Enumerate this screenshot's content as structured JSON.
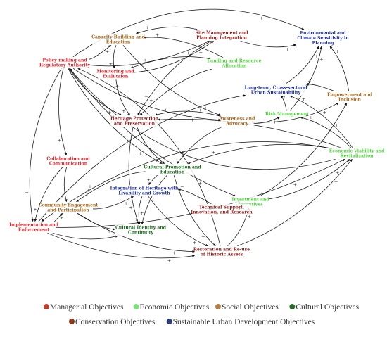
{
  "colors": {
    "managerial": "#e8242b",
    "economic": "#4fd63d",
    "social": "#a5671c",
    "cultural": "#1a6a1a",
    "conservation": "#8b1c1c",
    "sustainable": "#1c2f96",
    "legend_managerial_dot": "#c0392b",
    "legend_economic_dot": "#7ee07a",
    "legend_social_dot": "#b08048",
    "legend_cultural_dot": "#2c6b2c",
    "legend_conservation_dot": "#8b3a1c",
    "legend_sustainable_dot": "#2c3e7a"
  },
  "nodes": [
    {
      "id": "policy",
      "lines": [
        "Policy-making and",
        "Regulatory Authority"
      ],
      "category": "managerial"
    },
    {
      "id": "capacity",
      "lines": [
        "Capacity Building and",
        "Education"
      ],
      "category": "social"
    },
    {
      "id": "sitemgmt",
      "lines": [
        "Site Management and",
        "Planning Integration"
      ],
      "category": "conservation"
    },
    {
      "id": "environmental",
      "lines": [
        "Environmental and",
        "Climate Sensitivity in",
        "Planning"
      ],
      "category": "sustainable"
    },
    {
      "id": "funding",
      "lines": [
        "Funding and Resource",
        "Allocation"
      ],
      "category": "economic"
    },
    {
      "id": "monitoring",
      "lines": [
        "Monitoring and",
        "Evalutaion"
      ],
      "category": "managerial"
    },
    {
      "id": "longterm",
      "lines": [
        "Long-term, Cross-sectoral",
        "Urban Sustainability"
      ],
      "category": "sustainable"
    },
    {
      "id": "empowerment",
      "lines": [
        "Empowerment and",
        "Inclusion"
      ],
      "category": "social"
    },
    {
      "id": "risk",
      "lines": [
        "Risk Management"
      ],
      "category": "economic"
    },
    {
      "id": "heritage",
      "lines": [
        "Heritage Protection",
        "and Preservation"
      ],
      "category": "conservation"
    },
    {
      "id": "awareness",
      "lines": [
        "Awareness and",
        "Advocacy"
      ],
      "category": "social"
    },
    {
      "id": "economic",
      "lines": [
        "Economic Viability and",
        "Revitalization"
      ],
      "category": "economic"
    },
    {
      "id": "collab",
      "lines": [
        "Collaboration and",
        "Communication"
      ],
      "category": "managerial"
    },
    {
      "id": "culturalpromo",
      "lines": [
        "Cultural Promotion and",
        "Education"
      ],
      "category": "cultural"
    },
    {
      "id": "integration",
      "lines": [
        "Integration of Heritage with",
        "Livability and Growth"
      ],
      "category": "sustainable"
    },
    {
      "id": "community",
      "lines": [
        "Community Engagement",
        "and Participation"
      ],
      "category": "social"
    },
    {
      "id": "investment",
      "lines": [
        "Investment and",
        "Incentives"
      ],
      "category": "economic"
    },
    {
      "id": "technical",
      "lines": [
        "Technical Support,",
        "Innovation, and Research"
      ],
      "category": "conservation"
    },
    {
      "id": "implementation",
      "lines": [
        "Implementation and",
        "Enforcement"
      ],
      "category": "managerial"
    },
    {
      "id": "culturalidentity",
      "lines": [
        "Cultural Identity and",
        "Continuity"
      ],
      "category": "cultural"
    },
    {
      "id": "restoration",
      "lines": [
        "Restoration and Re-use",
        "of Historic Assets"
      ],
      "category": "conservation"
    }
  ],
  "edges": [
    {
      "from": "policy",
      "to": "environmental",
      "sign": "+"
    },
    {
      "from": "policy",
      "to": "capacity",
      "sign": "+"
    },
    {
      "from": "policy",
      "to": "sitemgmt",
      "sign": "+"
    },
    {
      "from": "policy",
      "to": "heritage",
      "sign": "+"
    },
    {
      "from": "policy",
      "to": "awareness",
      "sign": "+"
    },
    {
      "from": "policy",
      "to": "collab",
      "sign": "+"
    },
    {
      "from": "policy",
      "to": "culturalpromo",
      "sign": "+"
    },
    {
      "from": "policy",
      "to": "investment",
      "sign": "+"
    },
    {
      "from": "policy",
      "to": "implementation",
      "sign": "+"
    },
    {
      "from": "sitemgmt",
      "to": "environmental",
      "sign": "+"
    },
    {
      "from": "sitemgmt",
      "to": "capacity",
      "sign": "+"
    },
    {
      "from": "sitemgmt",
      "to": "heritage",
      "sign": "+"
    },
    {
      "from": "capacity",
      "to": "awareness",
      "sign": "+"
    },
    {
      "from": "capacity",
      "to": "monitoring",
      "sign": "+"
    },
    {
      "from": "monitoring",
      "to": "sitemgmt",
      "sign": "+"
    },
    {
      "from": "monitoring",
      "to": "heritage",
      "sign": "+"
    },
    {
      "from": "funding",
      "to": "monitoring",
      "sign": "+"
    },
    {
      "from": "funding",
      "to": "heritage",
      "sign": "+"
    },
    {
      "from": "funding",
      "to": "capacity",
      "sign": "+"
    },
    {
      "from": "longterm",
      "to": "environmental",
      "sign": "+"
    },
    {
      "from": "empowerment",
      "to": "environmental",
      "sign": "+"
    },
    {
      "from": "empowerment",
      "to": "longterm",
      "sign": "+"
    },
    {
      "from": "risk",
      "to": "longterm",
      "sign": "+"
    },
    {
      "from": "risk",
      "to": "environmental",
      "sign": "+"
    },
    {
      "from": "awareness",
      "to": "risk",
      "sign": "+"
    },
    {
      "from": "awareness",
      "to": "empowerment",
      "sign": "+"
    },
    {
      "from": "awareness",
      "to": "culturalpromo",
      "sign": "+"
    },
    {
      "from": "awareness",
      "to": "heritage",
      "sign": "+"
    },
    {
      "from": "economic",
      "to": "heritage",
      "sign": "−"
    },
    {
      "from": "economic",
      "to": "culturalpromo",
      "sign": "+"
    },
    {
      "from": "economic",
      "to": "longterm",
      "sign": "+"
    },
    {
      "from": "economic",
      "to": "risk",
      "sign": "+"
    },
    {
      "from": "investment",
      "to": "economic",
      "sign": "+"
    },
    {
      "from": "investment",
      "to": "empowerment",
      "sign": "+"
    },
    {
      "from": "technical",
      "to": "investment",
      "sign": "+"
    },
    {
      "from": "technical",
      "to": "integration",
      "sign": "+"
    },
    {
      "from": "collab",
      "to": "community",
      "sign": "+"
    },
    {
      "from": "collab",
      "to": "implementation",
      "sign": "+"
    },
    {
      "from": "culturalpromo",
      "to": "community",
      "sign": "+"
    },
    {
      "from": "culturalpromo",
      "to": "culturalidentity",
      "sign": "+"
    },
    {
      "from": "culturalpromo",
      "to": "restoration",
      "sign": "+"
    },
    {
      "from": "culturalpromo",
      "to": "integration",
      "sign": "+"
    },
    {
      "from": "heritage",
      "to": "culturalidentity",
      "sign": "+"
    },
    {
      "from": "heritage",
      "to": "culturalpromo",
      "sign": "+"
    },
    {
      "from": "community",
      "to": "culturalidentity",
      "sign": "+"
    },
    {
      "from": "community",
      "to": "restoration",
      "sign": "+"
    },
    {
      "from": "community",
      "to": "integration",
      "sign": "+"
    },
    {
      "from": "implementation",
      "to": "restoration",
      "sign": "+"
    },
    {
      "from": "implementation",
      "to": "longterm",
      "sign": "+"
    },
    {
      "from": "implementation",
      "to": "economic",
      "sign": "+"
    },
    {
      "from": "implementation",
      "to": "community",
      "sign": "+"
    },
    {
      "from": "implementation",
      "to": "culturalidentity",
      "sign": "−"
    },
    {
      "from": "restoration",
      "to": "economic",
      "sign": "+"
    },
    {
      "from": "restoration",
      "to": "investment",
      "sign": "+"
    },
    {
      "from": "integration",
      "to": "culturalidentity",
      "sign": "+"
    },
    {
      "from": "integration",
      "to": "restoration",
      "sign": "+"
    },
    {
      "from": "economic",
      "to": "implementation",
      "sign": "+"
    },
    {
      "from": "economic",
      "to": "policy",
      "sign": "+"
    },
    {
      "from": "restoration",
      "to": "policy",
      "sign": "+"
    }
  ],
  "legend": {
    "row1": [
      {
        "category": "managerial",
        "label": "Managerial Objectives"
      },
      {
        "category": "economic",
        "label": "Economic Objectives"
      },
      {
        "category": "social",
        "label": "Social Objectives"
      },
      {
        "category": "cultural",
        "label": "Cultural Objectives"
      }
    ],
    "row2": [
      {
        "category": "conservation",
        "label": "Conservation Objectives"
      },
      {
        "category": "sustainable",
        "label": "Sustainable Urban Development Objectives"
      }
    ]
  }
}
